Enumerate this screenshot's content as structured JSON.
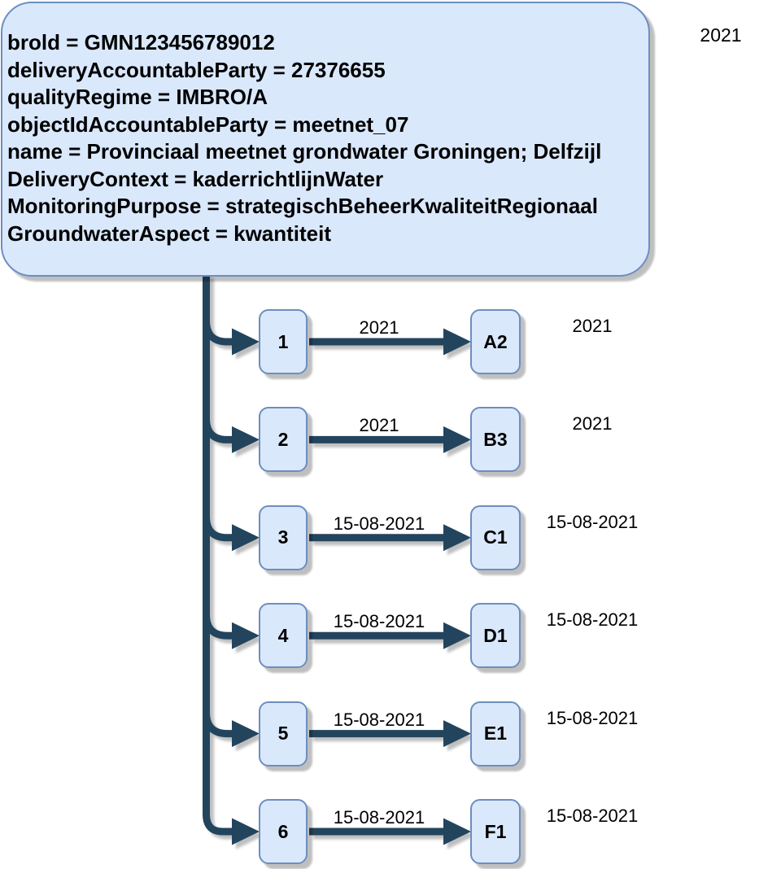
{
  "diagram": {
    "top_right_year": "2021",
    "gmn_box": {
      "lines": [
        "brold = GMN123456789012",
        "deliveryAccountableParty = 27376655",
        "qualityRegime = IMBRO/A",
        "objectIdAccountableParty = meetnet_07",
        "name = Provinciaal meetnet grondwater Groningen; Delfzijl",
        "DeliveryContext = kaderrichtlijnWater",
        "MonitoringPurpose = strategischBeheerKwaliteitRegionaal",
        "GroundwaterAspect = kwantiteit"
      ]
    },
    "rows": [
      {
        "source": "1",
        "edge_label": "2021",
        "target": "A2",
        "right_label": "2021"
      },
      {
        "source": "2",
        "edge_label": "2021",
        "target": "B3",
        "right_label": "2021"
      },
      {
        "source": "3",
        "edge_label": "15-08-2021",
        "target": "C1",
        "right_label": "15-08-2021"
      },
      {
        "source": "4",
        "edge_label": "15-08-2021",
        "target": "D1",
        "right_label": "15-08-2021"
      },
      {
        "source": "5",
        "edge_label": "15-08-2021",
        "target": "E1",
        "right_label": "15-08-2021"
      },
      {
        "source": "6",
        "edge_label": "15-08-2021",
        "target": "F1",
        "right_label": "15-08-2021"
      }
    ]
  },
  "colors": {
    "node_fill": "#dae8fc",
    "node_border": "#6c8ebf",
    "connector": "#23445d",
    "text": "#000000"
  }
}
